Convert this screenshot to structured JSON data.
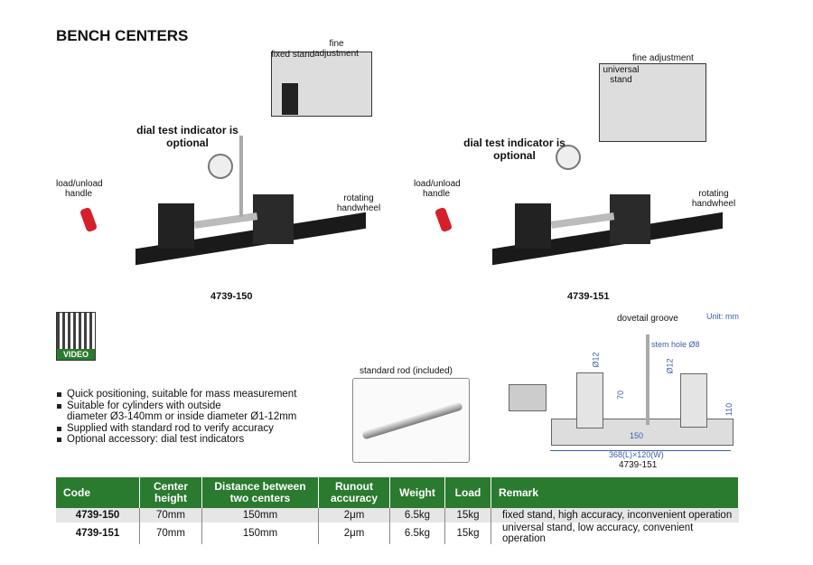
{
  "title": "BENCH CENTERS",
  "left_product": {
    "model": "4739-150",
    "labels": {
      "fixed_stand": "fixed stand",
      "fine_adjustment": "fine adjustment",
      "dial": "dial test indicator is optional",
      "load": "load/unload handle",
      "rotating": "rotating handwheel"
    }
  },
  "right_product": {
    "model": "4739-151",
    "labels": {
      "universal_stand": "universal stand",
      "fine_adjustment": "fine adjustment",
      "dial": "dial test indicator is optional",
      "load": "load/unload handle",
      "rotating": "rotating handwheel"
    }
  },
  "qr": {
    "label": "VIDEO"
  },
  "features": [
    "Quick positioning, suitable for mass measurement",
    "Suitable for cylinders with outside",
    "diameter Ø3-140mm or inside diameter Ø1-12mm",
    "Supplied with standard rod to verify accuracy",
    "Optional accessory: dial test indicators"
  ],
  "rod": {
    "label": "standard rod (included)"
  },
  "drawing": {
    "unit": "Unit: mm",
    "dovetail": "dovetail groove",
    "stem": "stem hole Ø8",
    "d1": "Ø12",
    "d2": "Ø12",
    "h70": "70",
    "h110": "110",
    "w150": "150",
    "size": "368(L)×120(W)",
    "model": "4739-151"
  },
  "table": {
    "headers": [
      "Code",
      "Center height",
      "Distance between two centers",
      "Runout accuracy",
      "Weight",
      "Load",
      "Remark"
    ],
    "rows": [
      [
        "4739-150",
        "70mm",
        "150mm",
        "2μm",
        "6.5kg",
        "15kg",
        "fixed stand, high accuracy, inconvenient operation"
      ],
      [
        "4739-151",
        "70mm",
        "150mm",
        "2μm",
        "6.5kg",
        "15kg",
        "universal stand, low accuracy, convenient operation"
      ]
    ]
  },
  "colors": {
    "header_green": "#2a7a2f",
    "accent_red": "#d4202a"
  }
}
